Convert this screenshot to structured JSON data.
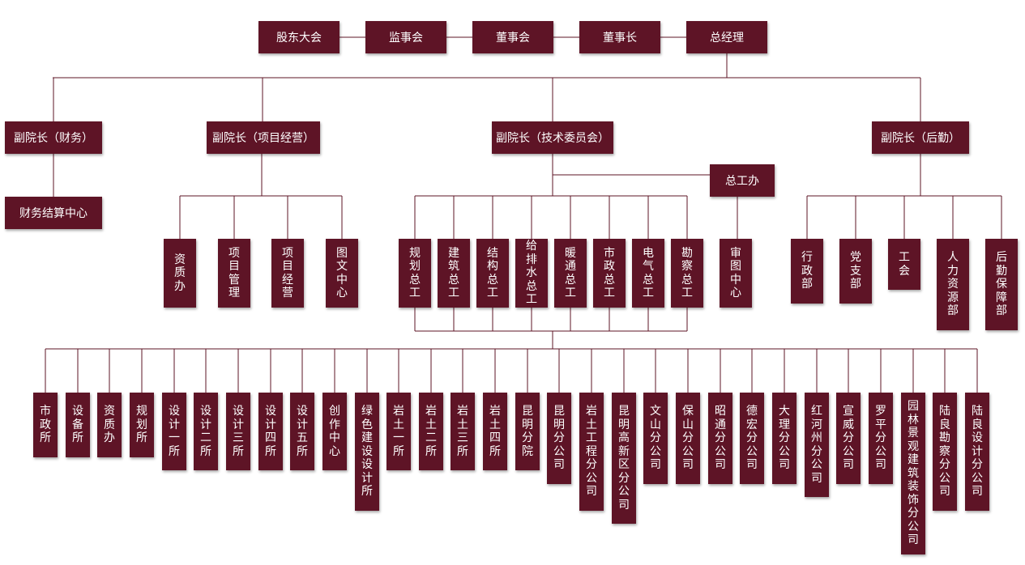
{
  "top": [
    "股东大会",
    "监事会",
    "董事会",
    "董事长",
    "总经理"
  ],
  "deputies": [
    "副院长（财务）",
    "副院长（项目经营）",
    "副院长（技术委员会）",
    "副院长（后勤）"
  ],
  "finance_unit": "财务结算中心",
  "chief_office": "总工办",
  "project_units": [
    "资质办",
    "项目管理",
    "项目经营",
    "图文中心"
  ],
  "chief_engineers": [
    "规划总工",
    "建筑总工",
    "结构总工",
    "给排水总工",
    "暖通总工",
    "市政总工",
    "电气总工",
    "勘察总工"
  ],
  "review_center": "审图中心",
  "logistics_units": [
    "行政部",
    "党支部",
    "工会",
    "人力资源部",
    "后勤保障部"
  ],
  "branches": [
    "市政所",
    "设备所",
    "资质办",
    "规划所",
    "设计一所",
    "设计二所",
    "设计三所",
    "设计四所",
    "设计五所",
    "创作中心",
    "绿色建设设计所",
    "岩土一所",
    "岩土二所",
    "岩土三所",
    "岩土四所",
    "昆明分院",
    "昆明分公司",
    "岩土工程分公司",
    "昆明高新区分公司",
    "文山分公司",
    "保山分公司",
    "昭通分公司",
    "德宏分公司",
    "大理分公司",
    "红河州分公司",
    "宣威分公司",
    "罗平分公司",
    "园林景观建筑装饰分公司",
    "陆良勘察分公司",
    "陆良设计分公司"
  ],
  "colors": {
    "box": "#5e1426",
    "text": "#ffffff",
    "line": "#5e1426"
  }
}
